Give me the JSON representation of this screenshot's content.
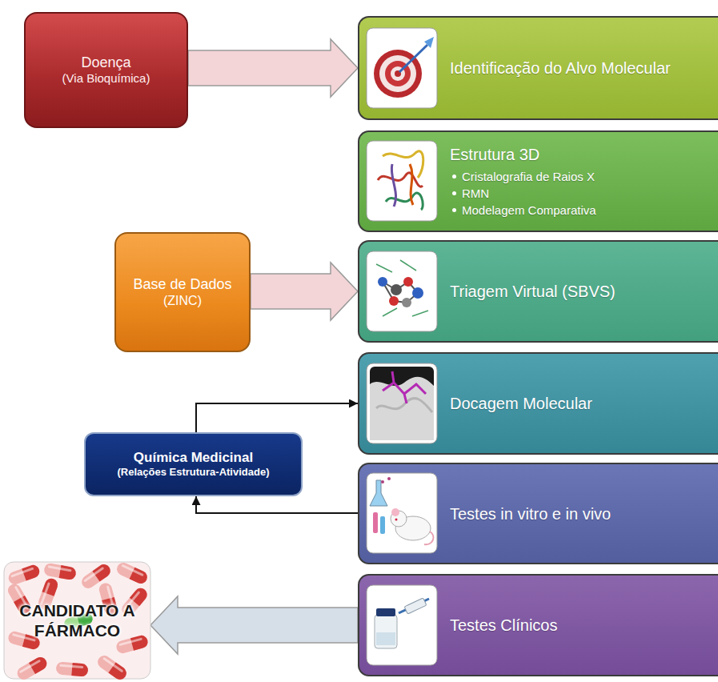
{
  "diagram": {
    "nodes": [
      {
        "text": [
          "Doença",
          "(Via Bioquímica)"
        ]
      },
      {
        "text": [
          "Identificação do Alvo Molecular"
        ]
      },
      {
        "text": [
          "Estrutura 3D",
          "Cristalografia de Raios X",
          "RMN",
          "Modelagem Comparativa"
        ]
      },
      {
        "text": [
          "Base de Dados",
          "(ZINC)"
        ]
      },
      {
        "text": [
          "Triagem Virtual (SBVS)"
        ]
      },
      {
        "text": [
          "Docagem Molecular"
        ]
      },
      {
        "text": [
          "Química Medicinal",
          "(Relações Estrutura-Atividade)"
        ]
      },
      {
        "text": [
          "Testes in vitro e in vivo"
        ]
      },
      {
        "text": [
          "Testes Clínicos"
        ]
      },
      {
        "text": [
          "CANDIDATO A FÁRMACO"
        ]
      }
    ],
    "edges": [
      {
        "from": 0,
        "to": 1,
        "arrow": "to"
      },
      {
        "from": 3,
        "to": 4,
        "arrow": "to"
      },
      {
        "from": 6,
        "to": 5,
        "arrow": "to"
      },
      {
        "from": 7,
        "to": 6,
        "arrow": "to"
      },
      {
        "from": 8,
        "to": 9,
        "arrow": "to"
      }
    ]
  }
}
